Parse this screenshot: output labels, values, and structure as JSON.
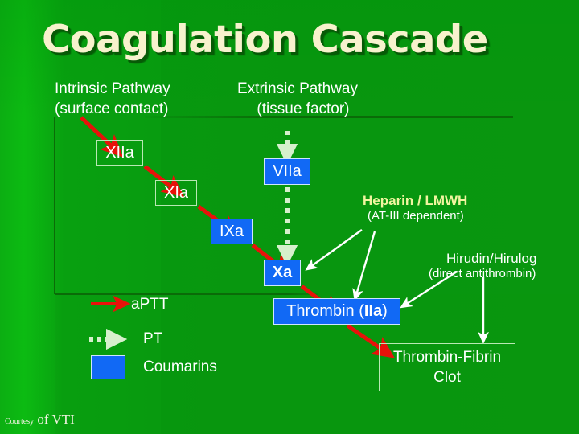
{
  "slide": {
    "title": "Coagulation Cascade",
    "background_color": "#0a9a10",
    "title_color": "#f7f2cd",
    "courtesy_small": "Courtesy",
    "courtesy_rest": " of VTI"
  },
  "headings": {
    "intrinsic_main": "Intrinsic Pathway",
    "intrinsic_sub": "(surface contact)",
    "extrinsic_main": "Extrinsic Pathway",
    "extrinsic_sub": "(tissue factor)"
  },
  "nodes": {
    "xiia": "XIIa",
    "xia": "XIa",
    "ixa": "IXa",
    "xa": "Xa",
    "viia": "VIIa",
    "thrombin_pre": "Thrombin (",
    "thrombin_bold": "IIa",
    "thrombin_post": ")",
    "clot_line1": "Thrombin-Fibrin",
    "clot_line2": "Clot"
  },
  "annotations": {
    "heparin_main": "Heparin / LMWH",
    "heparin_sub": "(AT-III dependent)",
    "hirudin_main": "Hirudin/Hirulog",
    "hirudin_sub": "(direct antithrombin)"
  },
  "legend": {
    "aptt": "aPTT",
    "pt": "PT",
    "coumarins": "Coumarins"
  },
  "colors": {
    "node_blue": "#1169f5",
    "node_border_blue": "#cfe6ff",
    "node_border_outline": "#b9e8b4",
    "red_arrow": "#e8120a",
    "white_arrow": "#ffffff",
    "dotted_arrow": "#d6f0cc",
    "highlight_yellow": "#f2f5a0",
    "rule_dark_green": "#0a6b08"
  },
  "chart_data": {
    "type": "diagram",
    "title": "Coagulation Cascade",
    "nodes": [
      {
        "id": "XIIa",
        "style": "outline",
        "pathway": "intrinsic"
      },
      {
        "id": "XIa",
        "style": "outline",
        "pathway": "intrinsic"
      },
      {
        "id": "IXa",
        "style": "blue",
        "pathway": "intrinsic"
      },
      {
        "id": "VIIa",
        "style": "blue",
        "pathway": "extrinsic"
      },
      {
        "id": "Xa",
        "style": "blue",
        "pathway": "common"
      },
      {
        "id": "Thrombin (IIa)",
        "style": "blue",
        "pathway": "common"
      },
      {
        "id": "Thrombin-Fibrin Clot",
        "style": "outline",
        "pathway": "common"
      }
    ],
    "edges": [
      {
        "from": "start",
        "to": "XIIa",
        "style": "red-solid",
        "legend": "aPTT"
      },
      {
        "from": "XIIa",
        "to": "XIa",
        "style": "red-solid",
        "legend": "aPTT"
      },
      {
        "from": "XIa",
        "to": "IXa",
        "style": "red-solid",
        "legend": "aPTT"
      },
      {
        "from": "IXa",
        "to": "Xa",
        "style": "red-solid",
        "legend": "aPTT"
      },
      {
        "from": "Xa",
        "to": "Thrombin (IIa)",
        "style": "red-solid",
        "legend": "aPTT"
      },
      {
        "from": "Thrombin (IIa)",
        "to": "Thrombin-Fibrin Clot",
        "style": "red-solid",
        "legend": "aPTT"
      },
      {
        "from": "tissue factor",
        "to": "VIIa",
        "style": "white-dotted",
        "legend": "PT"
      },
      {
        "from": "VIIa",
        "to": "Xa",
        "style": "white-dotted",
        "legend": "PT"
      },
      {
        "from": "Heparin / LMWH",
        "to": "Xa",
        "style": "white-solid"
      },
      {
        "from": "Heparin / LMWH",
        "to": "Thrombin (IIa)",
        "style": "white-solid"
      },
      {
        "from": "Hirudin/Hirulog",
        "to": "Thrombin (IIa)",
        "style": "white-solid"
      },
      {
        "from": "Hirudin/Hirulog",
        "to": "Thrombin-Fibrin Clot",
        "style": "white-solid"
      }
    ],
    "legend_entries": [
      {
        "symbol": "red-solid-arrow",
        "label": "aPTT"
      },
      {
        "symbol": "white-dotted-arrow",
        "label": "PT"
      },
      {
        "symbol": "blue-swatch",
        "label": "Coumarins"
      }
    ]
  }
}
